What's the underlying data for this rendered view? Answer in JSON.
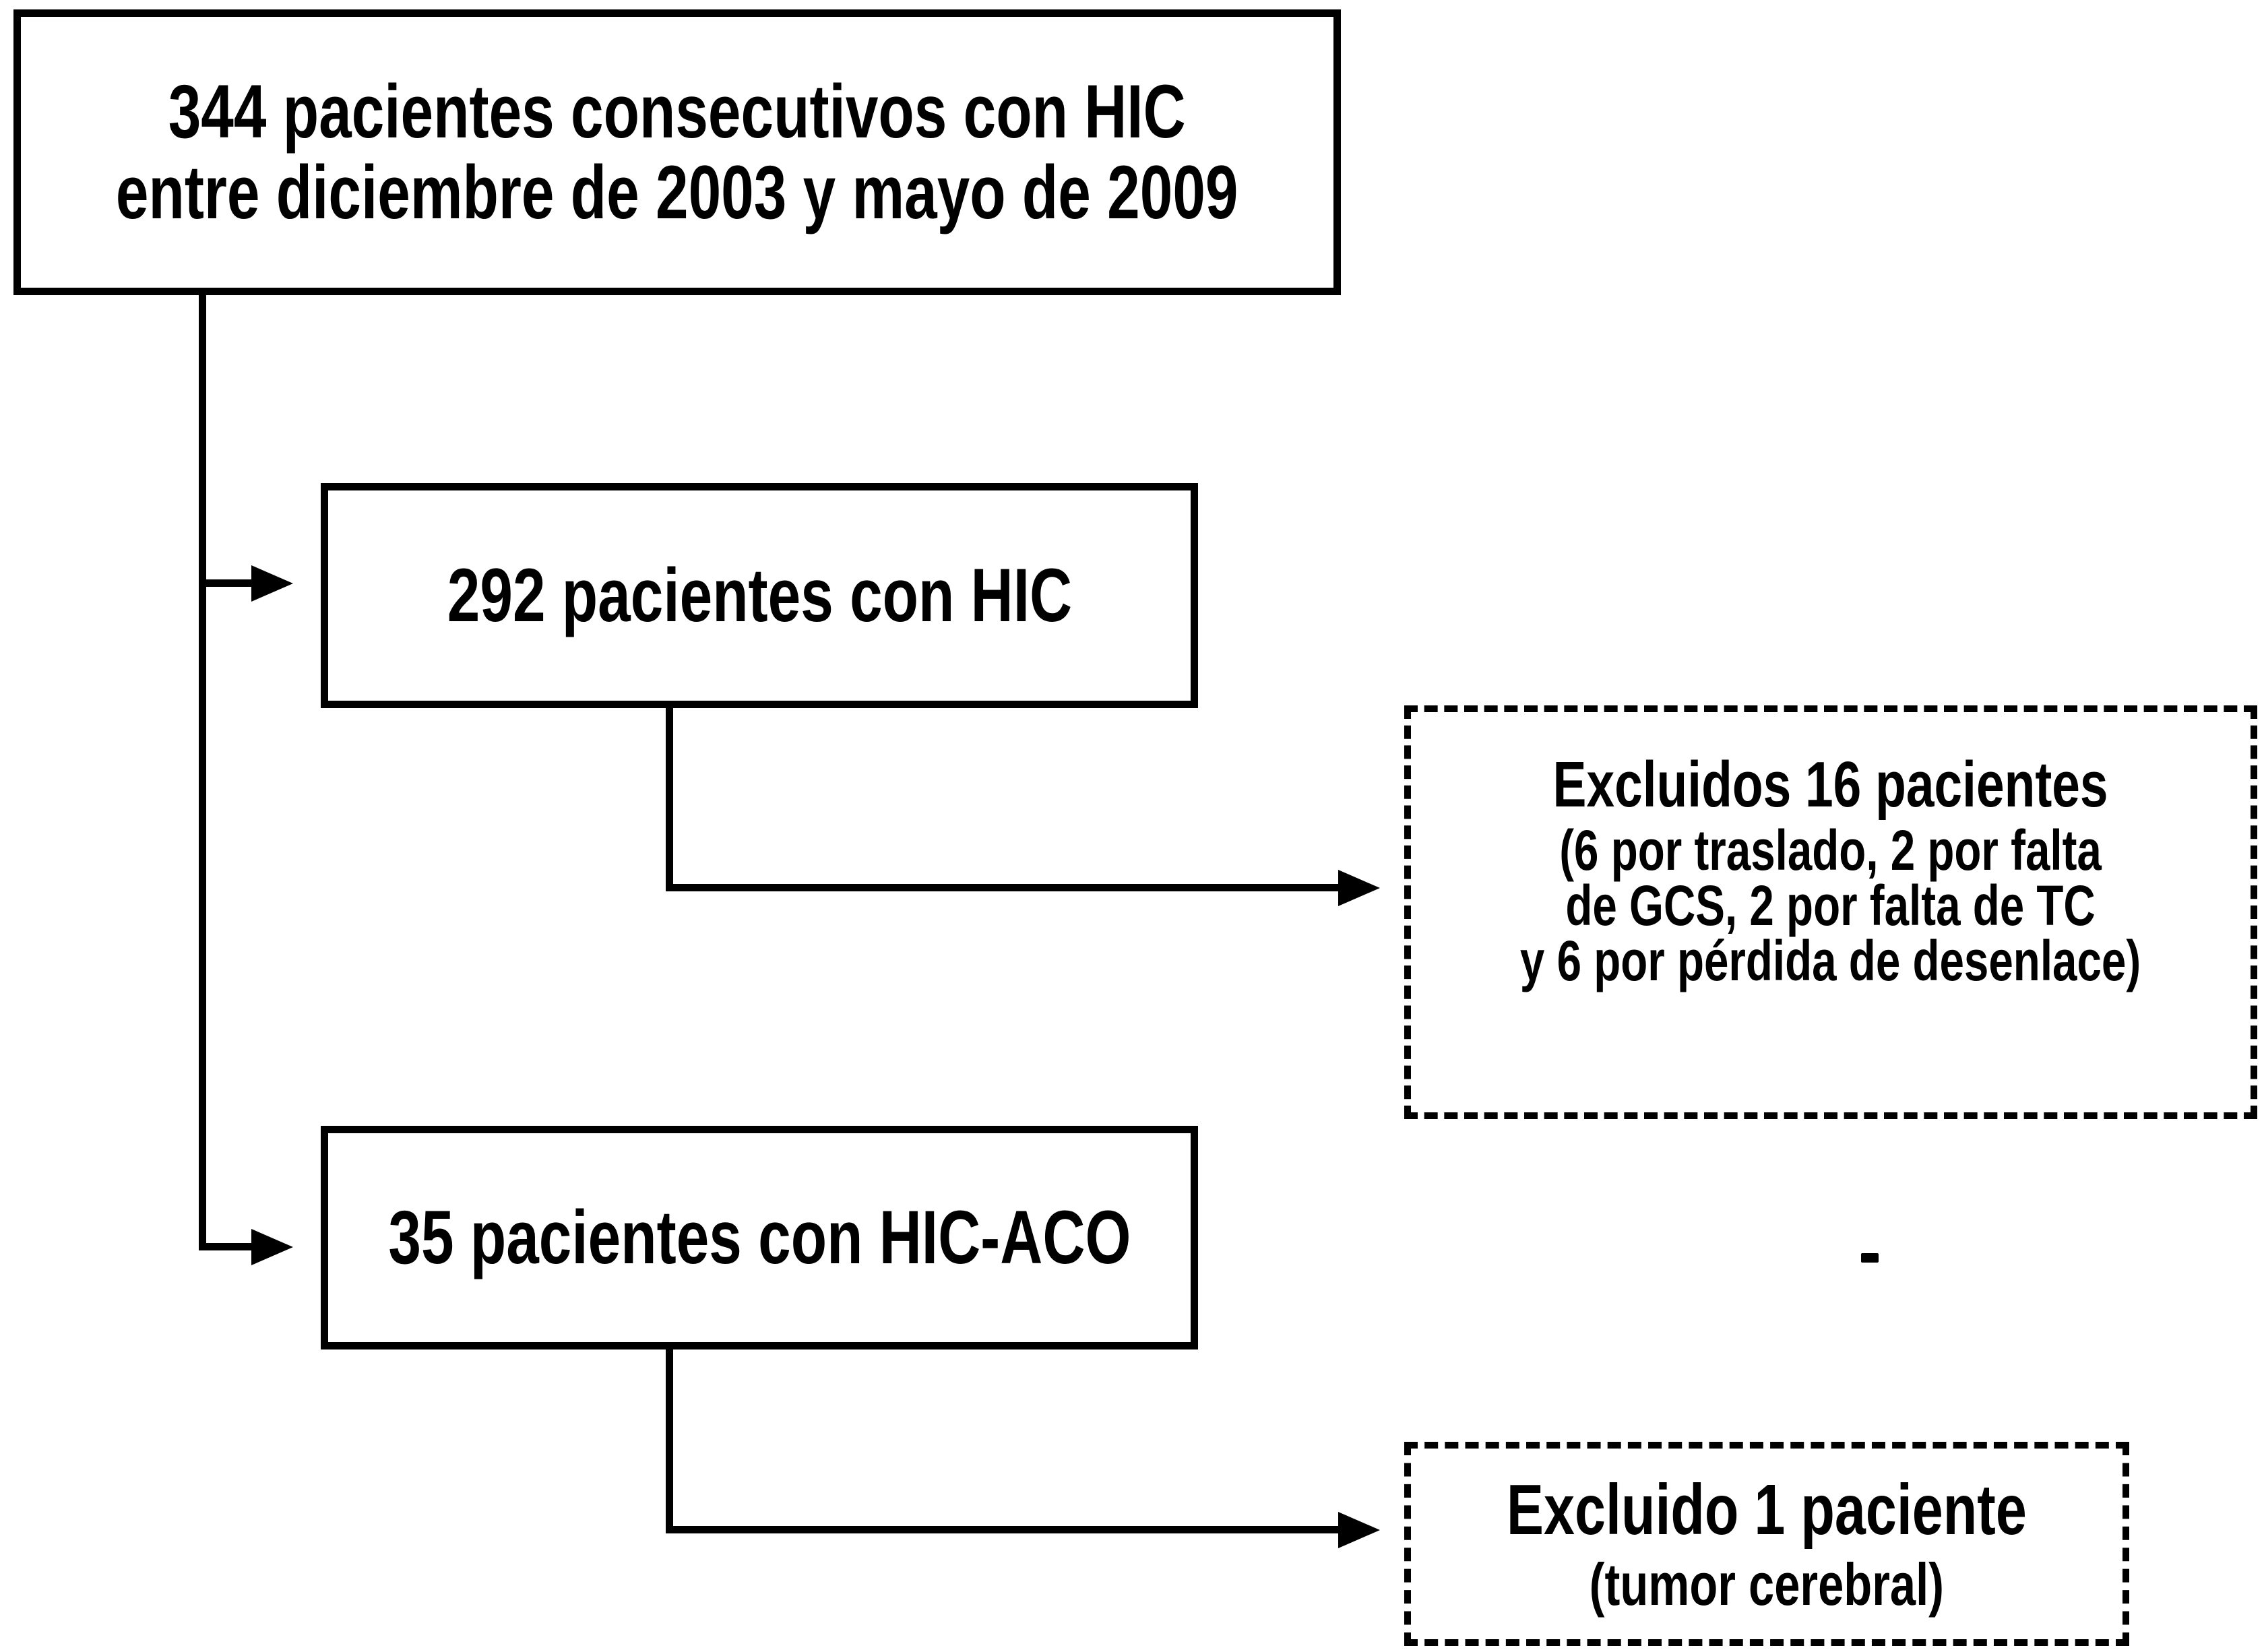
{
  "figure": {
    "background_color": "#ffffff",
    "ink_color": "#000000",
    "boxes": {
      "enrollment": {
        "lines": [
          "344 pacientes consecutivos con HIC",
          "entre diciembre de 2003 y mayo de 2009"
        ]
      },
      "cohort_hic": {
        "label": "292 pacientes con HIC"
      },
      "excluded_hic": {
        "title": "Excluidos 16 pacientes",
        "details": [
          "(6 por traslado, 2 por falta",
          "de GCS, 2 por falta de TC",
          "y 6 por pérdida de desenlace)"
        ]
      },
      "cohort_hic_aco": {
        "label": "35 pacientes con HIC-ACO"
      },
      "excluded_hic_aco": {
        "title": "Excluido 1 paciente",
        "detail": "(tumor cerebral)"
      }
    }
  }
}
